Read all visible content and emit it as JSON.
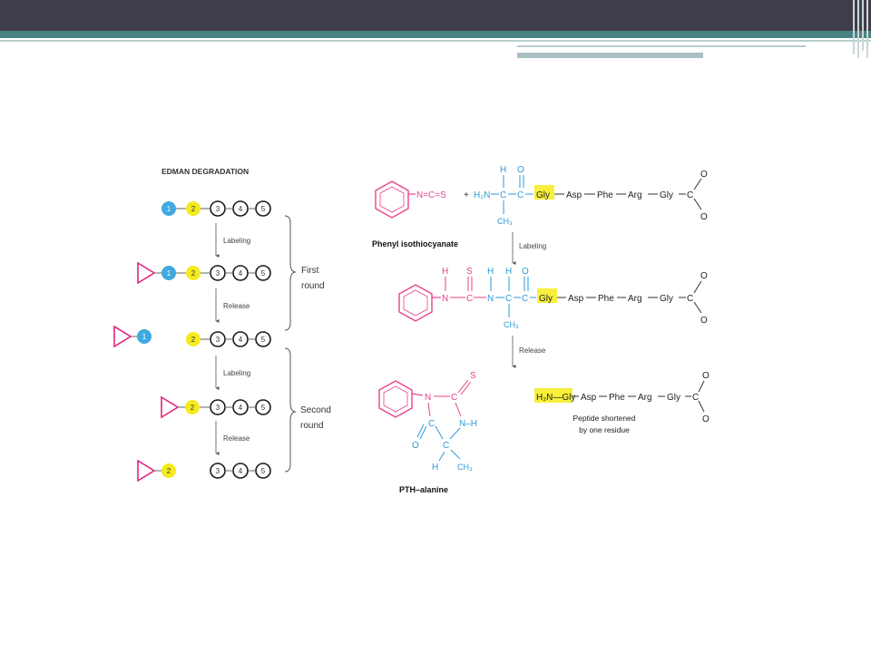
{
  "slide": {
    "colors": {
      "title_bar": "#3f3e4c",
      "accent_teal": "#4a8283"
    }
  },
  "left_panel": {
    "title": "EDMAN DEGRADATION",
    "steps": {
      "labeling_1": "Labeling",
      "release_1": "Release",
      "labeling_2": "Labeling",
      "release_2": "Release"
    },
    "rounds": {
      "first_line1": "First",
      "first_line2": "round",
      "second_line1": "Second",
      "second_line2": "round"
    },
    "residues": {
      "r1": "1",
      "r2": "2",
      "r3": "3",
      "r4": "4",
      "r5": "5"
    },
    "colors": {
      "residue1": "#3fa9e0",
      "residue2": "#f5ea1f",
      "label_tag": "#e2237e",
      "circle": "#1a1a1a"
    }
  },
  "right_panel": {
    "reagent": {
      "formula": "N=C=S",
      "plus": "+",
      "name": "Phenyl isothiocyanate"
    },
    "amine": "H₂N",
    "atoms": {
      "H": "H",
      "O": "O",
      "S": "S",
      "N": "N",
      "C": "C",
      "CH3": "CH₃"
    },
    "chain": {
      "gly": "Gly",
      "asp": "Asp",
      "phe": "Phe",
      "arg": "Arg",
      "gly2": "Gly"
    },
    "steps": {
      "labeling": "Labeling",
      "release": "Release"
    },
    "product": {
      "h2n_gly": "H₂N—Gly",
      "caption_line1": "Peptide shortened",
      "caption_line2": "by one residue"
    },
    "pth": {
      "name": "PTH–alanine",
      "nh": "N–H"
    },
    "colors": {
      "pink": "#e8418a",
      "blue": "#2c9ad6",
      "highlight": "#f7ef3a",
      "text": "#222222"
    }
  }
}
